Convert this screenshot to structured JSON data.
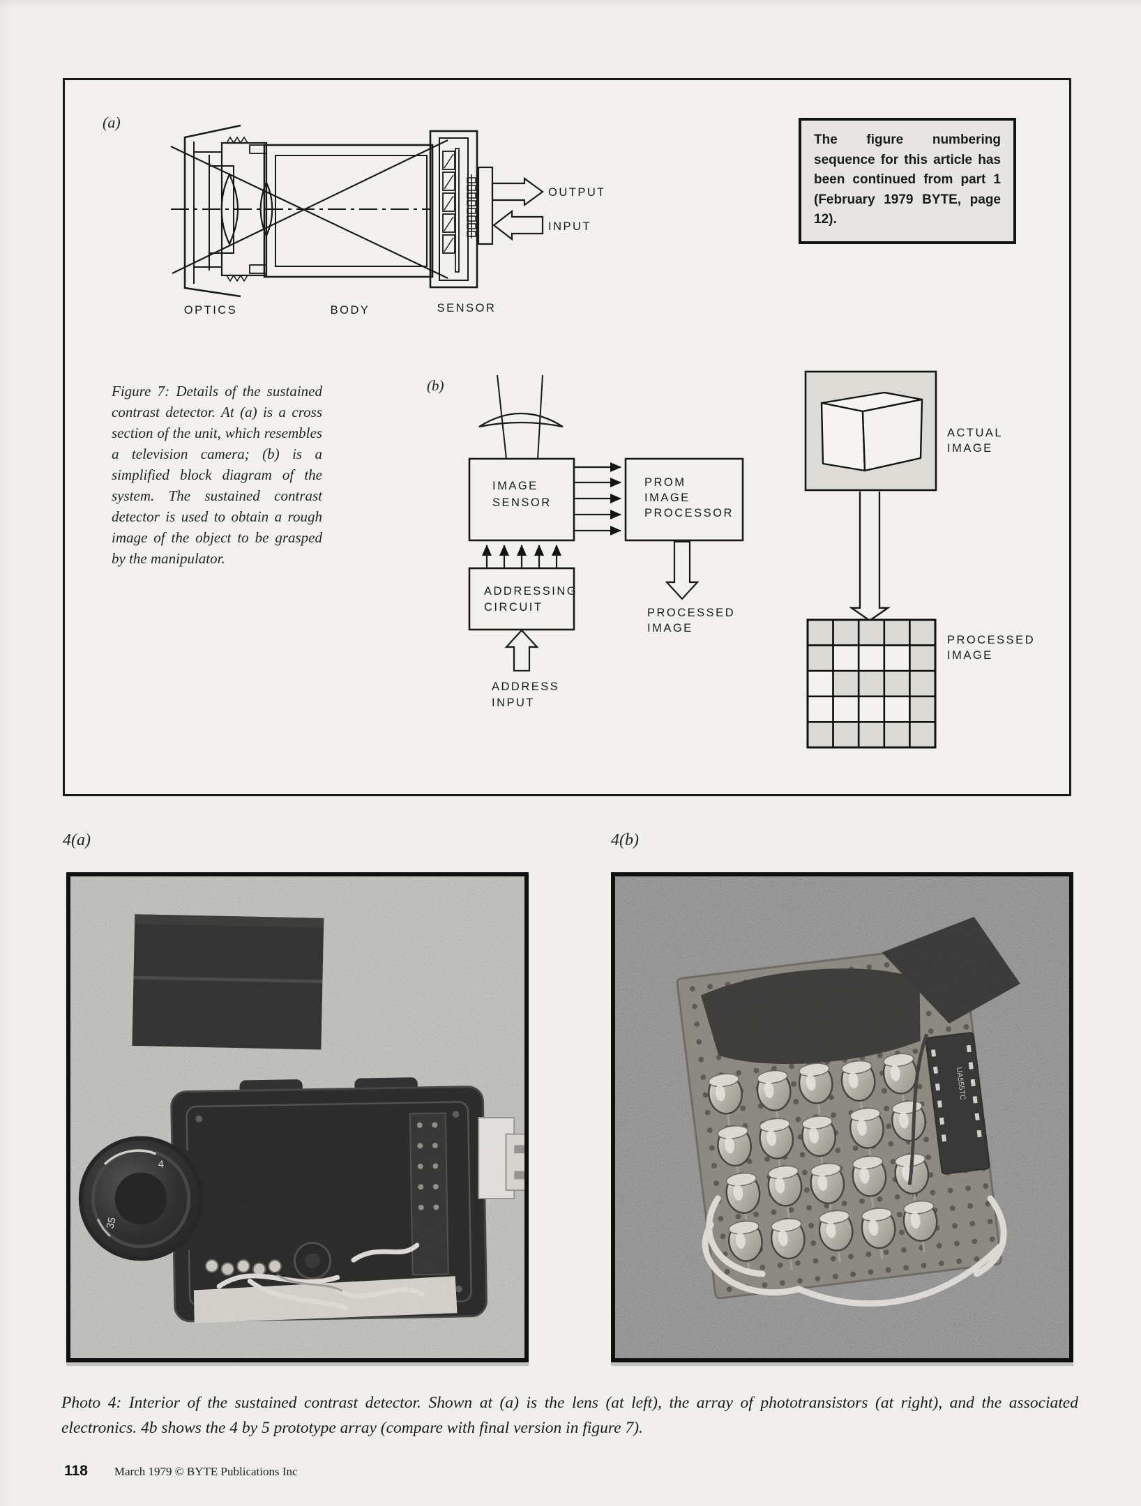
{
  "page": {
    "footer": {
      "page_number": "118",
      "credit": "March 1979 © BYTE Publications Inc"
    }
  },
  "figure": {
    "note_box": "The figure numbering sequence for this article has been continued from part 1 (February 1979 BYTE, page 12).",
    "caption": "Figure 7: Details of the sustained contrast detector. At (a) is a cross section of the unit, which resembles a television camera; (b) is a simplified block diagram of the system. The sustained contrast detector is used to obtain a rough image of the object to be grasped by the manipulator.",
    "part_a": {
      "label": "(a)",
      "optics": "OPTICS",
      "body": "BODY",
      "sensor": "SENSOR",
      "output": "OUTPUT",
      "input": "INPUT"
    },
    "part_b": {
      "label": "(b)",
      "image_sensor": [
        "IMAGE",
        "SENSOR"
      ],
      "prom": [
        "PROM",
        "IMAGE",
        "PROCESSOR"
      ],
      "addressing": [
        "ADDRESSING",
        "CIRCUIT"
      ],
      "address_input": [
        "ADDRESS",
        "INPUT"
      ],
      "processed_image": [
        "PROCESSED",
        "IMAGE"
      ],
      "actual_image": [
        "ACTUAL",
        "IMAGE"
      ],
      "processed_image_label": [
        "PROCESSED",
        "IMAGE"
      ],
      "grid_pattern": [
        [
          1,
          1,
          1,
          1,
          1
        ],
        [
          1,
          0,
          0,
          0,
          1
        ],
        [
          0,
          1,
          1,
          1,
          1
        ],
        [
          0,
          0,
          0,
          0,
          1
        ],
        [
          1,
          1,
          1,
          1,
          1
        ]
      ],
      "colors": {
        "cell_shaded": "#dcdad4",
        "cell_clear": "#f4f3ef",
        "image_bg": "#dddbd6"
      }
    }
  },
  "photos": {
    "label_a": "4(a)",
    "label_b": "4(b)",
    "lens_markings": [
      "4",
      "35"
    ],
    "ic_marking": "UA555TC",
    "array_rows": 4,
    "array_cols": 5,
    "caption": "Photo 4: Interior of the sustained contrast detector. Shown at (a) is the lens (at left), the array of phototransistors (at right), and the associated electronics. 4b shows the 4 by 5 prototype array (compare with final version in figure 7)."
  }
}
